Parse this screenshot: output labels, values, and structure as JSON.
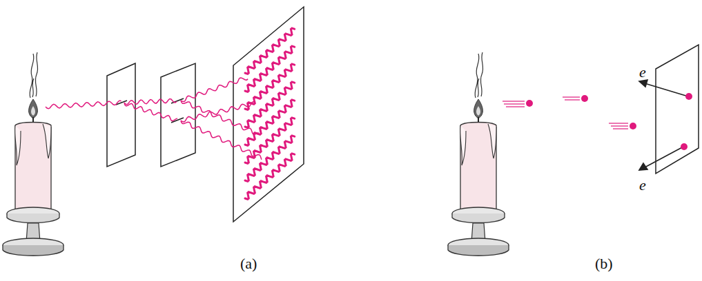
{
  "diagram": {
    "labels": [
      "(a)",
      "(b)",
      "e",
      "e"
    ]
  }
}
